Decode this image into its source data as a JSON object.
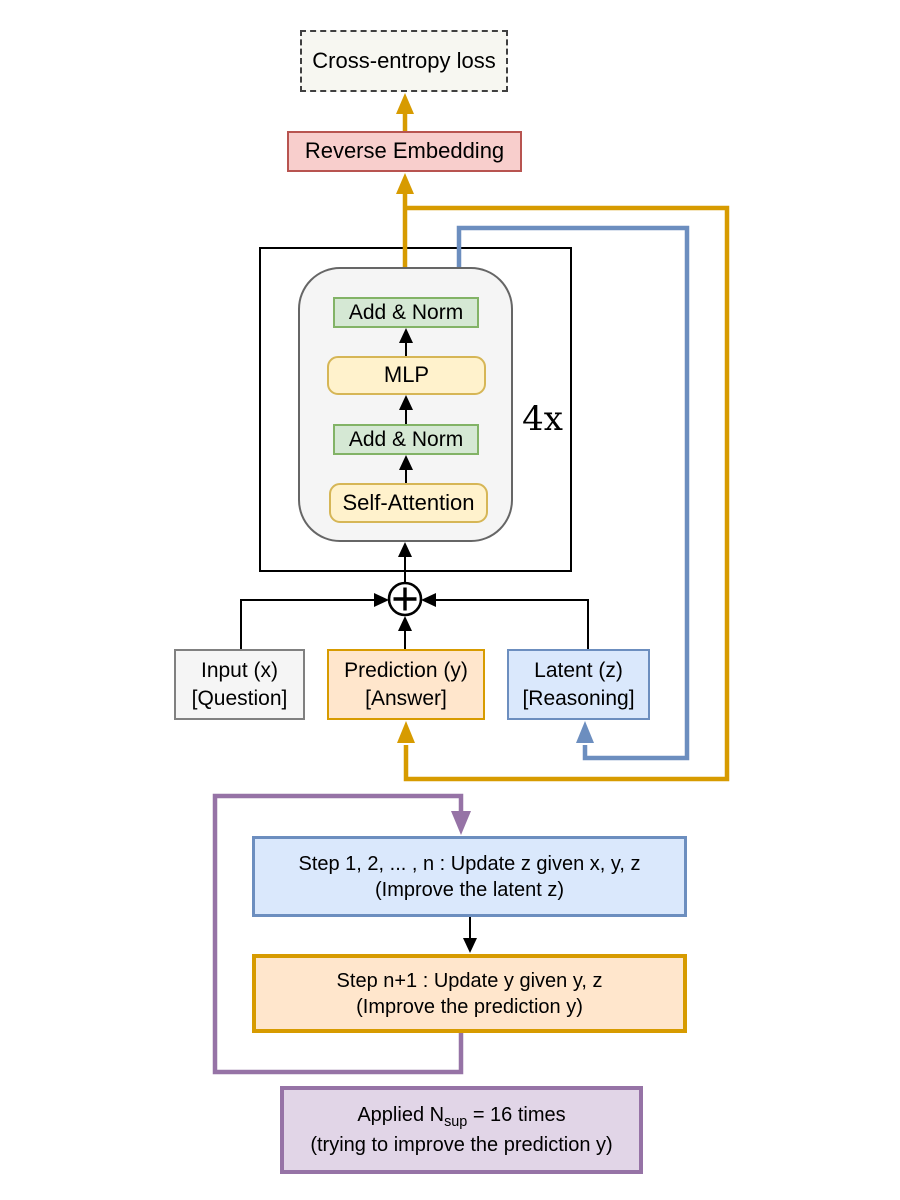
{
  "colors": {
    "gold": "#d79b00",
    "blue": "#6c8ebf",
    "purple": "#9673a6",
    "line_black": "#000000",
    "green_fill": "#d5e8d4",
    "green_stroke": "#82b366",
    "yellow_fill": "#fff2cc",
    "yellow_stroke": "#d6b656",
    "gray_fill": "#f5f5f5",
    "gray_stroke": "#666666",
    "input_stroke": "#808080",
    "pink_fill": "#f8cecc",
    "pink_stroke": "#b85450",
    "orange_fill": "#ffe6cc",
    "blue_fill": "#dae8fc",
    "purple_fill": "#e1d5e7",
    "loss_fill": "#f7f7f1",
    "loss_stroke": "#404040"
  },
  "loss_box": {
    "label": "Cross-entropy loss"
  },
  "reverse_embedding": {
    "label": "Reverse Embedding"
  },
  "transformer": {
    "repeat_label": "4x",
    "add_norm_top": "Add & Norm",
    "mlp": "MLP",
    "add_norm_bottom": "Add & Norm",
    "self_attention": "Self-Attention"
  },
  "state_boxes": {
    "input": {
      "line1": "Input (x)",
      "line2": "[Question]"
    },
    "prediction": {
      "line1": "Prediction (y)",
      "line2": "[Answer]"
    },
    "latent": {
      "line1": "Latent (z)",
      "line2": "[Reasoning]"
    }
  },
  "process": {
    "update_z": {
      "line1": "Step 1, 2, ... , n : Update z given x, y, z",
      "line2": "(Improve the latent z)"
    },
    "update_y": {
      "line1": "Step n+1 : Update y given y, z",
      "line2": "(Improve the prediction y)"
    },
    "applied": {
      "prefix": "Applied N",
      "sub": "sup",
      "suffix": " = 16 times",
      "line2": "(trying to improve the prediction y)"
    }
  }
}
